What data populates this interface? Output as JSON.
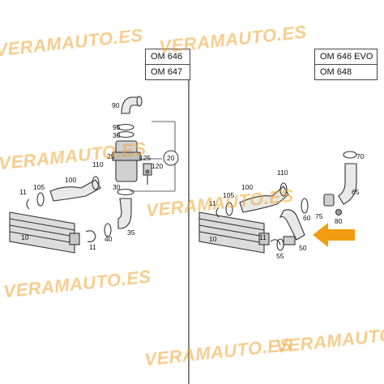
{
  "left_panel": {
    "engines": [
      "OM 646",
      "OM 647"
    ],
    "part_labels": {
      "p90": "90",
      "p95": "95",
      "p30a": "30",
      "p25": "25",
      "p125": "125",
      "p120": "120",
      "p20": "20",
      "p30b": "30",
      "p35": "35",
      "p110": "110",
      "p105": "105",
      "p100": "100",
      "p11a": "11",
      "p10": "10",
      "p11b": "11",
      "p40": "40"
    }
  },
  "right_panel": {
    "engines": [
      "OM 646 EVO",
      "OM 648"
    ],
    "part_labels": {
      "p70": "70",
      "p110": "110",
      "p105": "105",
      "p100": "100",
      "p11a": "11",
      "p65": "65",
      "p60": "60",
      "p75": "75",
      "p80": "80",
      "p10": "10",
      "p11b": "11",
      "p55": "55",
      "p50": "50"
    }
  },
  "watermark": {
    "text": "VERAMAUTO.ES",
    "color": "#f2a531"
  },
  "arrow": {
    "color": "#f39c12"
  }
}
